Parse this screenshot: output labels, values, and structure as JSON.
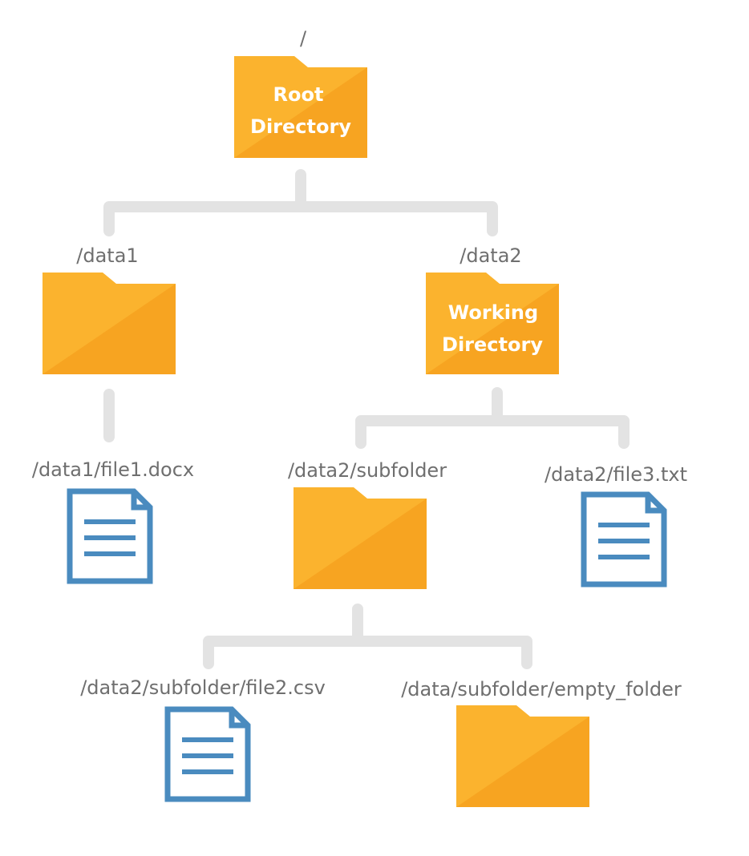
{
  "colors": {
    "folder_light": "#fbb32e",
    "folder_dark": "#f7a421",
    "document_blue": "#4a8bbf",
    "connector_gray": "#e3e3e3",
    "label_gray": "#6f6f6f"
  },
  "nodes": {
    "root": {
      "path": "/",
      "title_line1": "Root",
      "title_line2": "Directory",
      "icon": "folder-icon"
    },
    "data1": {
      "path": "/data1",
      "icon": "folder-icon"
    },
    "data2": {
      "path": "/data2",
      "title_line1": "Working",
      "title_line2": "Directory",
      "icon": "folder-icon"
    },
    "file1": {
      "path": "/data1/file1.docx",
      "icon": "document-icon"
    },
    "subfolder": {
      "path": "/data2/subfolder",
      "icon": "folder-icon"
    },
    "file3": {
      "path": "/data2/file3.txt",
      "icon": "document-icon"
    },
    "file2": {
      "path": "/data2/subfolder/file2.csv",
      "icon": "document-icon"
    },
    "empty_folder": {
      "path": "/data/subfolder/empty_folder",
      "icon": "folder-icon"
    }
  }
}
